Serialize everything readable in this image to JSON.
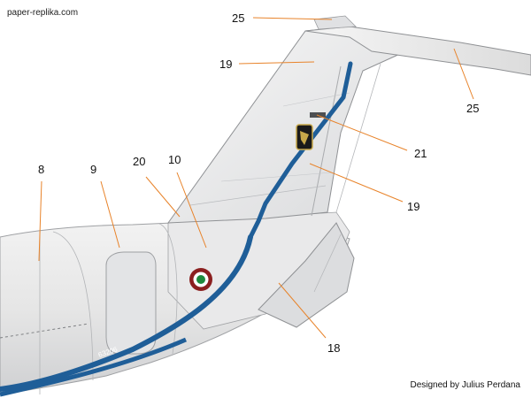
{
  "header": {
    "site": "paper-replika.com"
  },
  "footer": {
    "credit": "Designed by Julius Perdana"
  },
  "aircraft": {
    "serial": "63206"
  },
  "callouts": [
    "25",
    "19",
    "25",
    "21",
    "19",
    "18",
    "8",
    "9",
    "20",
    "10"
  ],
  "colors": {
    "stripe": "#1f5e98",
    "leader": "#e8832a",
    "roundel_outer": "#8b1f1f",
    "roundel_inner": "#1e8a3c"
  }
}
